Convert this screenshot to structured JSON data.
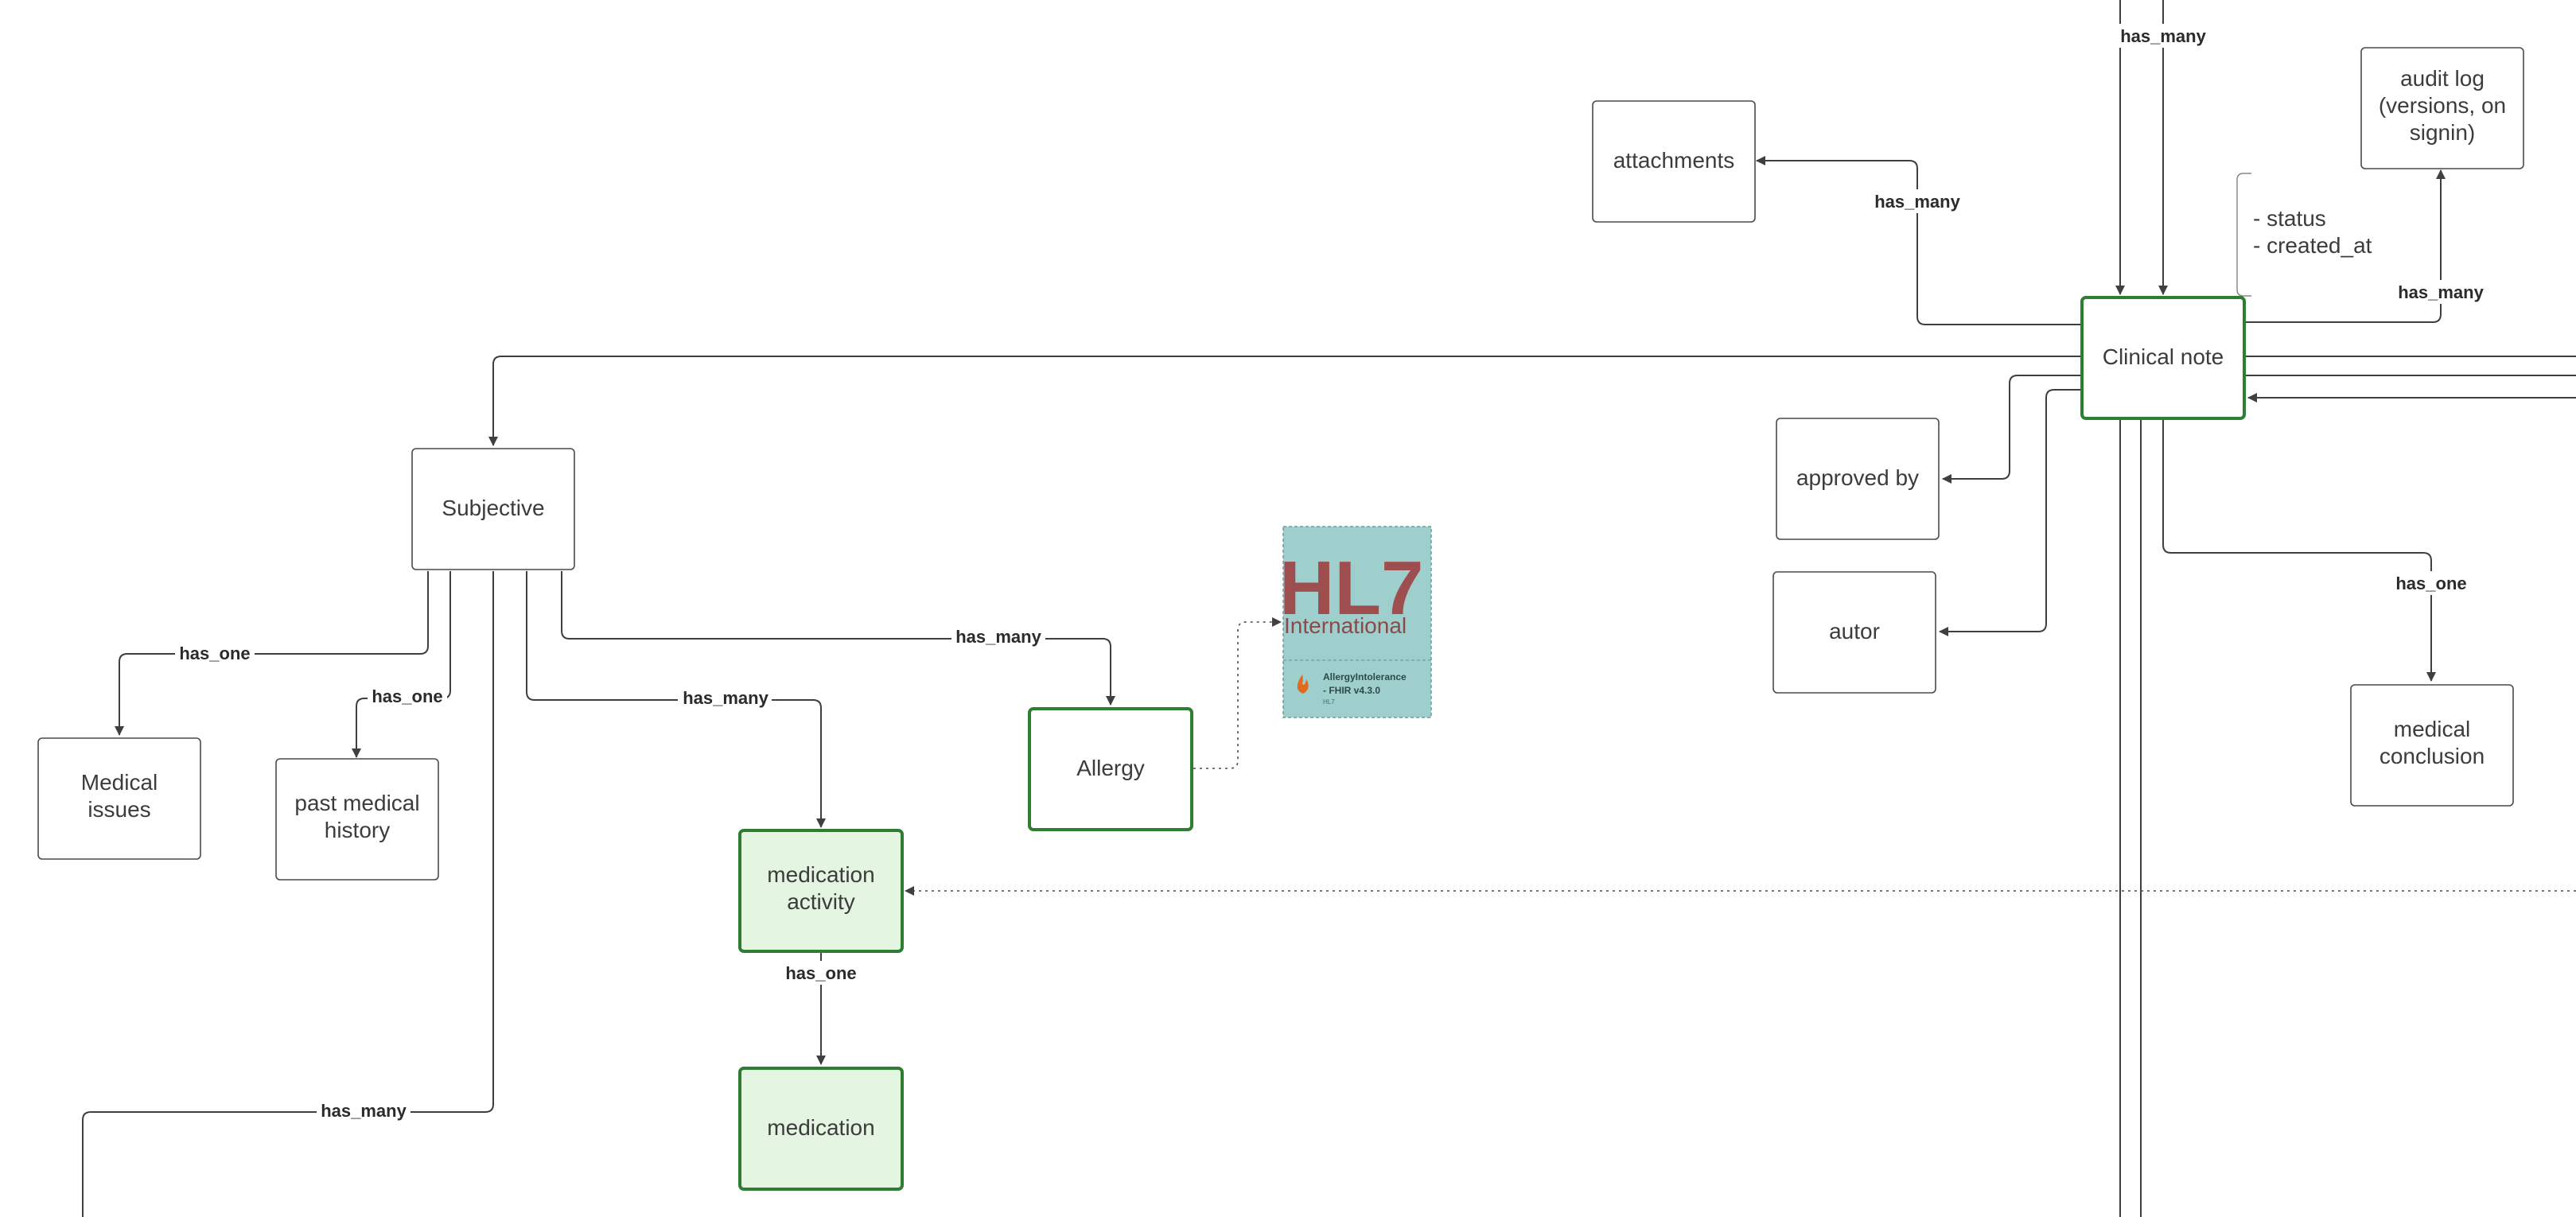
{
  "colors": {
    "box_stroke": "#4a4a4a",
    "box_fill": "#ffffff",
    "highlight_stroke": "#2e7d32",
    "highlight_fill": "#e4f5e1",
    "line": "#3f3f3f",
    "hl7_card_fill": "#9fcfcc"
  },
  "nodes": {
    "clinical_note": "Clinical note",
    "attachments": "attachments",
    "audit_log": [
      "audit log",
      "(versions, on",
      "signin)"
    ],
    "approved_by": "approved by",
    "autor": "autor",
    "medical_conclusion": [
      "medical",
      "conclusion"
    ],
    "subjective": "Subjective",
    "medical_issues": [
      "Medical",
      "issues"
    ],
    "past_medical_history": [
      "past medical",
      "history"
    ],
    "allergy": "Allergy",
    "medication_activity": [
      "medication",
      "activity"
    ],
    "medication": "medication"
  },
  "note": {
    "lines": [
      "- status",
      "- created_at"
    ]
  },
  "hl7": {
    "logo_text": "HL7",
    "logo_sub": "International",
    "resource_line1": "AllergyIntolerance",
    "resource_line2": "- FHIR v4.3.0",
    "resource_line3": "HL7"
  },
  "edge_labels": {
    "top_has_many": "has_many",
    "attachments_has_many": "has_many",
    "audit_has_many": "has_many",
    "conclusion_has_one": "has_one",
    "issues_has_one": "has_one",
    "history_has_one": "has_one",
    "med_activity_has_many": "has_many",
    "allergy_has_many": "has_many",
    "medication_has_one": "has_one",
    "bottom_has_many": "has_many"
  }
}
